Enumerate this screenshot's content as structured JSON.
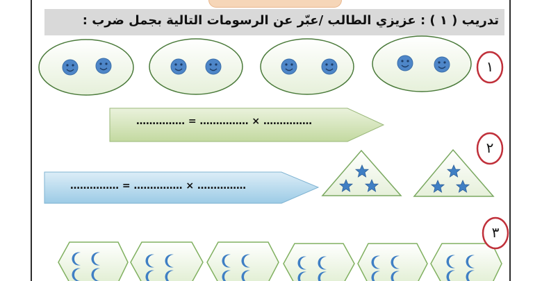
{
  "instruction": "تدريب ( ١ ) : عزيزي الطالب /عبّر عن الرسومات التالية بجمل ضرب :",
  "equation_blank": "…………… = …………… × ……………",
  "problems": [
    {
      "number": "١",
      "group_count": 4,
      "items_per_group": 2,
      "item_icon": "smiley-face-icon"
    },
    {
      "number": "٢",
      "group_count": 2,
      "items_per_group": 3,
      "item_icon": "star-icon"
    },
    {
      "number": "٣",
      "group_count": 6,
      "items_per_group": 4,
      "item_icon": "crescent-moon-icon"
    }
  ],
  "colors": {
    "banner": "#d9d9d9",
    "ellipse_fill": "#f0f6e8",
    "ellipse_stroke": "#4a7a3a",
    "smiley": "#4e86c8",
    "arrow_green": "#cfe0b0",
    "arrow_blue": "#a9d3ea",
    "triangle_stroke": "#7aa860",
    "star": "#3f7fc4",
    "hexagon_stroke": "#80b060",
    "moon": "#3f7fc4",
    "number_circle": "#c0303a"
  }
}
